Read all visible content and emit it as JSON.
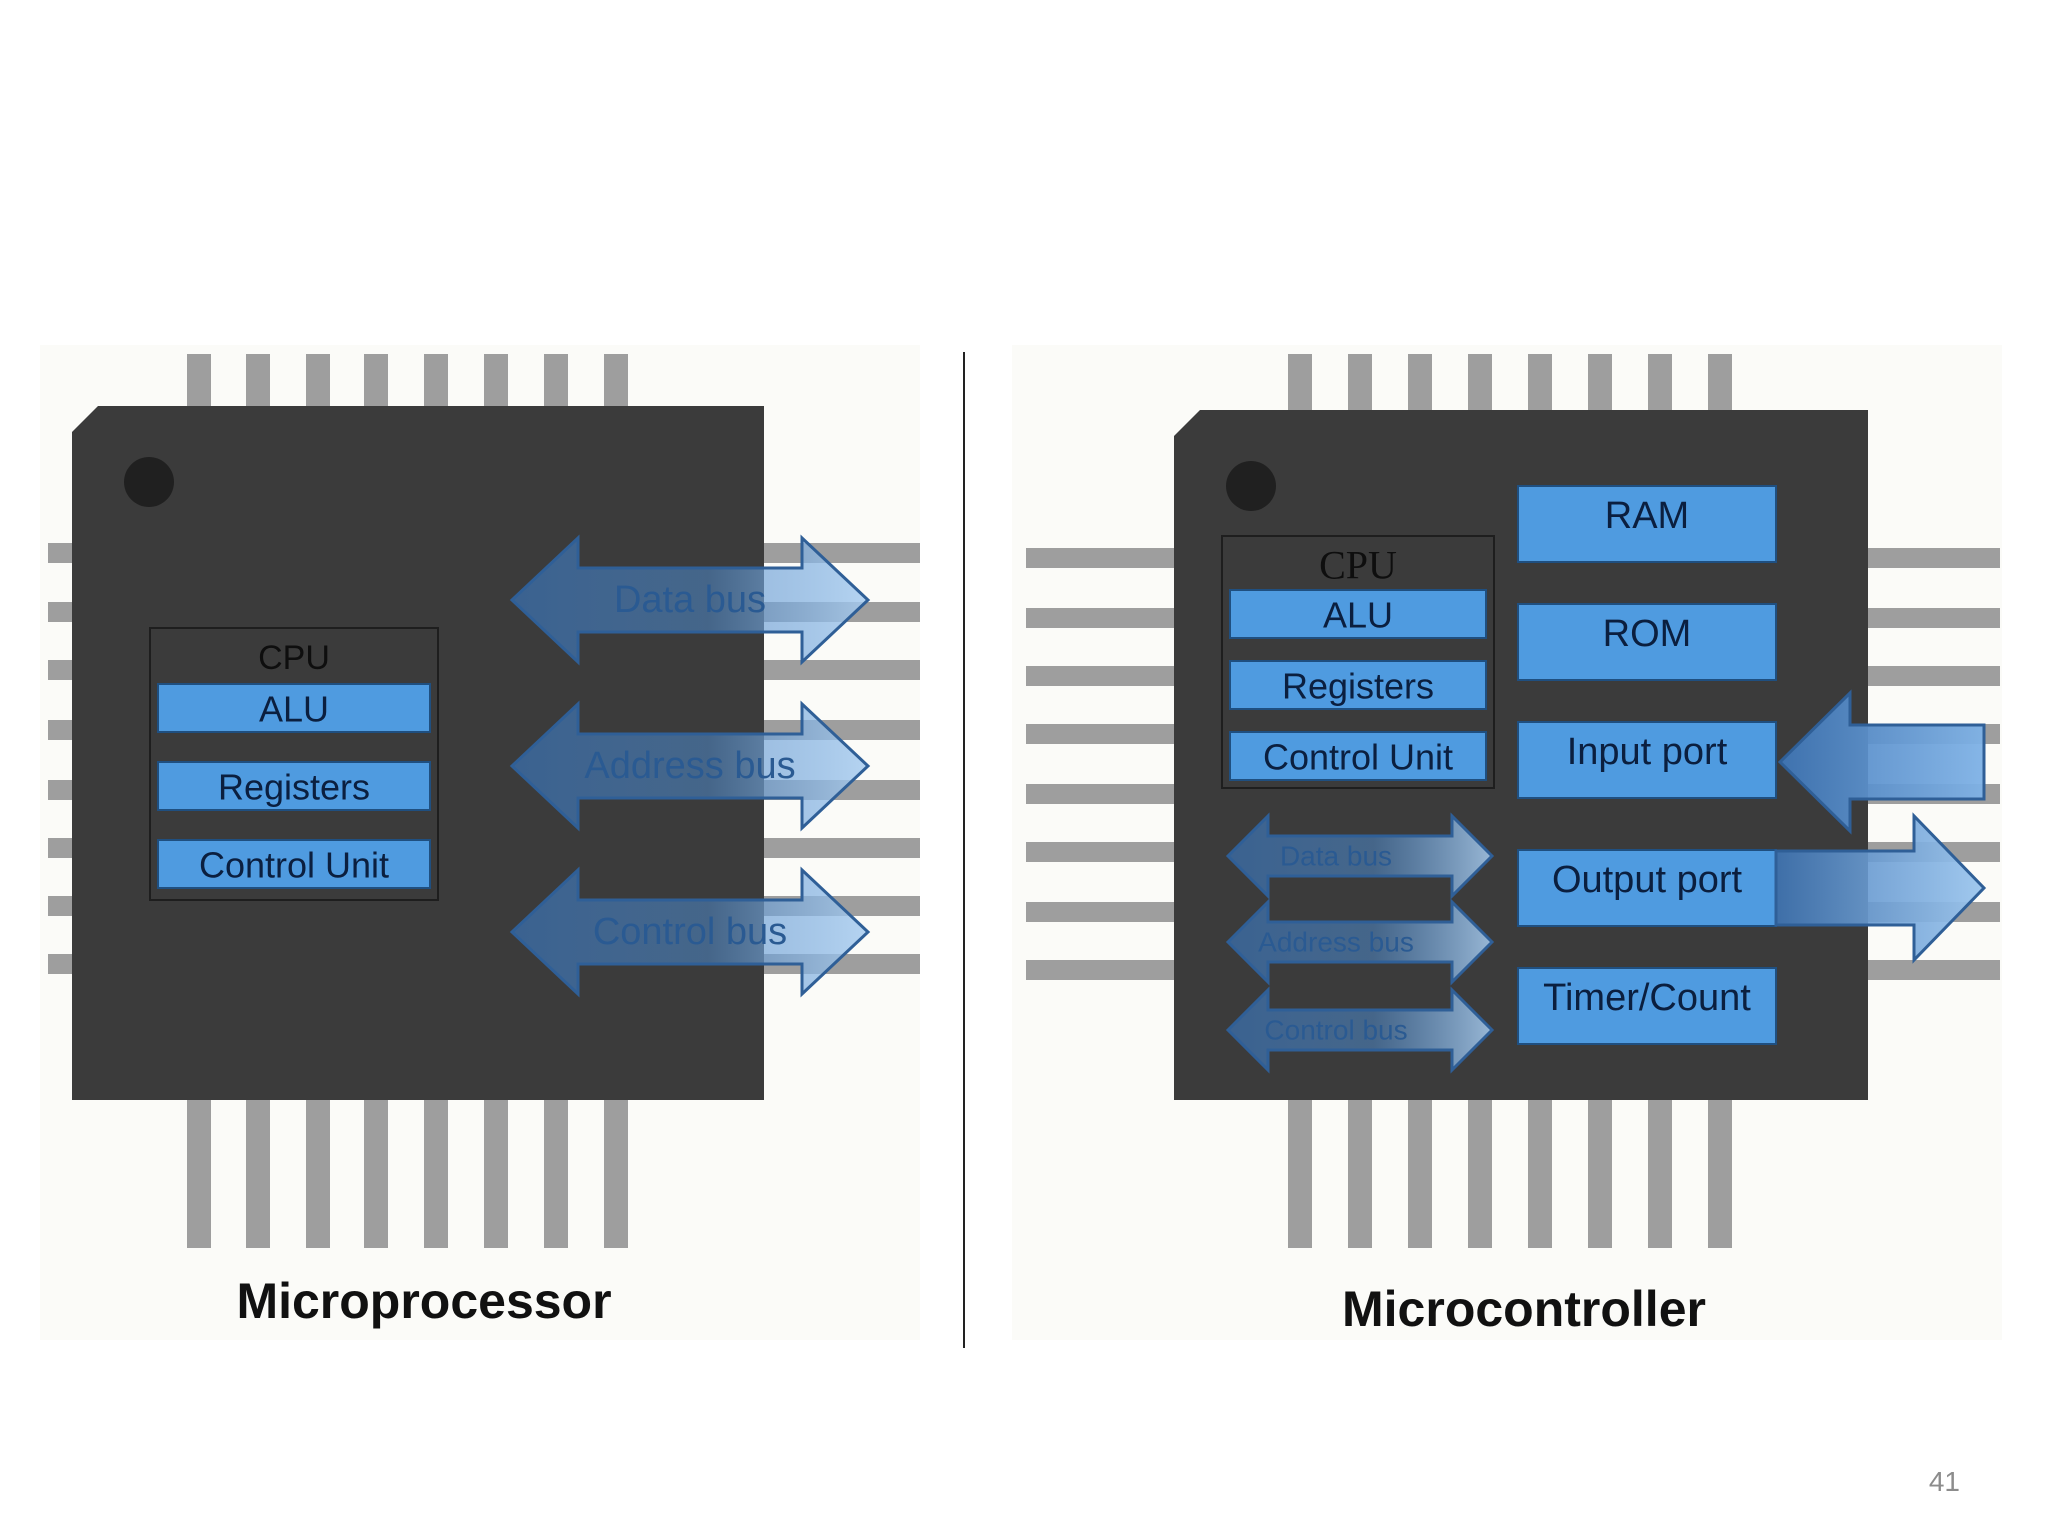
{
  "slide": {
    "number": "41"
  },
  "colors": {
    "chip_body": "#3b3b3b",
    "pin": "#9e9e9e",
    "block_fill": "#4f9be0",
    "block_stroke": "#1f4f80",
    "block_text": "#0b1f3f",
    "cpu_label": "#0e0e0e",
    "bus_arrow": "#5c8fcc",
    "bus_text": "#2a5a92",
    "caption": "#111111",
    "divider": "#222222",
    "background": "#ffffff",
    "panel_background": "#fbfbf8"
  },
  "microprocessor": {
    "caption": "Microprocessor",
    "cpu": {
      "label": "CPU",
      "units": [
        "ALU",
        "Registers",
        "Control Unit"
      ]
    },
    "buses": [
      "Data bus",
      "Address bus",
      "Control bus"
    ]
  },
  "microcontroller": {
    "caption": "Microcontroller",
    "cpu": {
      "label": "CPU",
      "units": [
        "ALU",
        "Registers",
        "Control Unit"
      ]
    },
    "buses": [
      "Data bus",
      "Address bus",
      "Control bus"
    ],
    "peripherals": [
      "RAM",
      "ROM",
      "Input port",
      "Output port",
      "Timer/Count"
    ]
  }
}
